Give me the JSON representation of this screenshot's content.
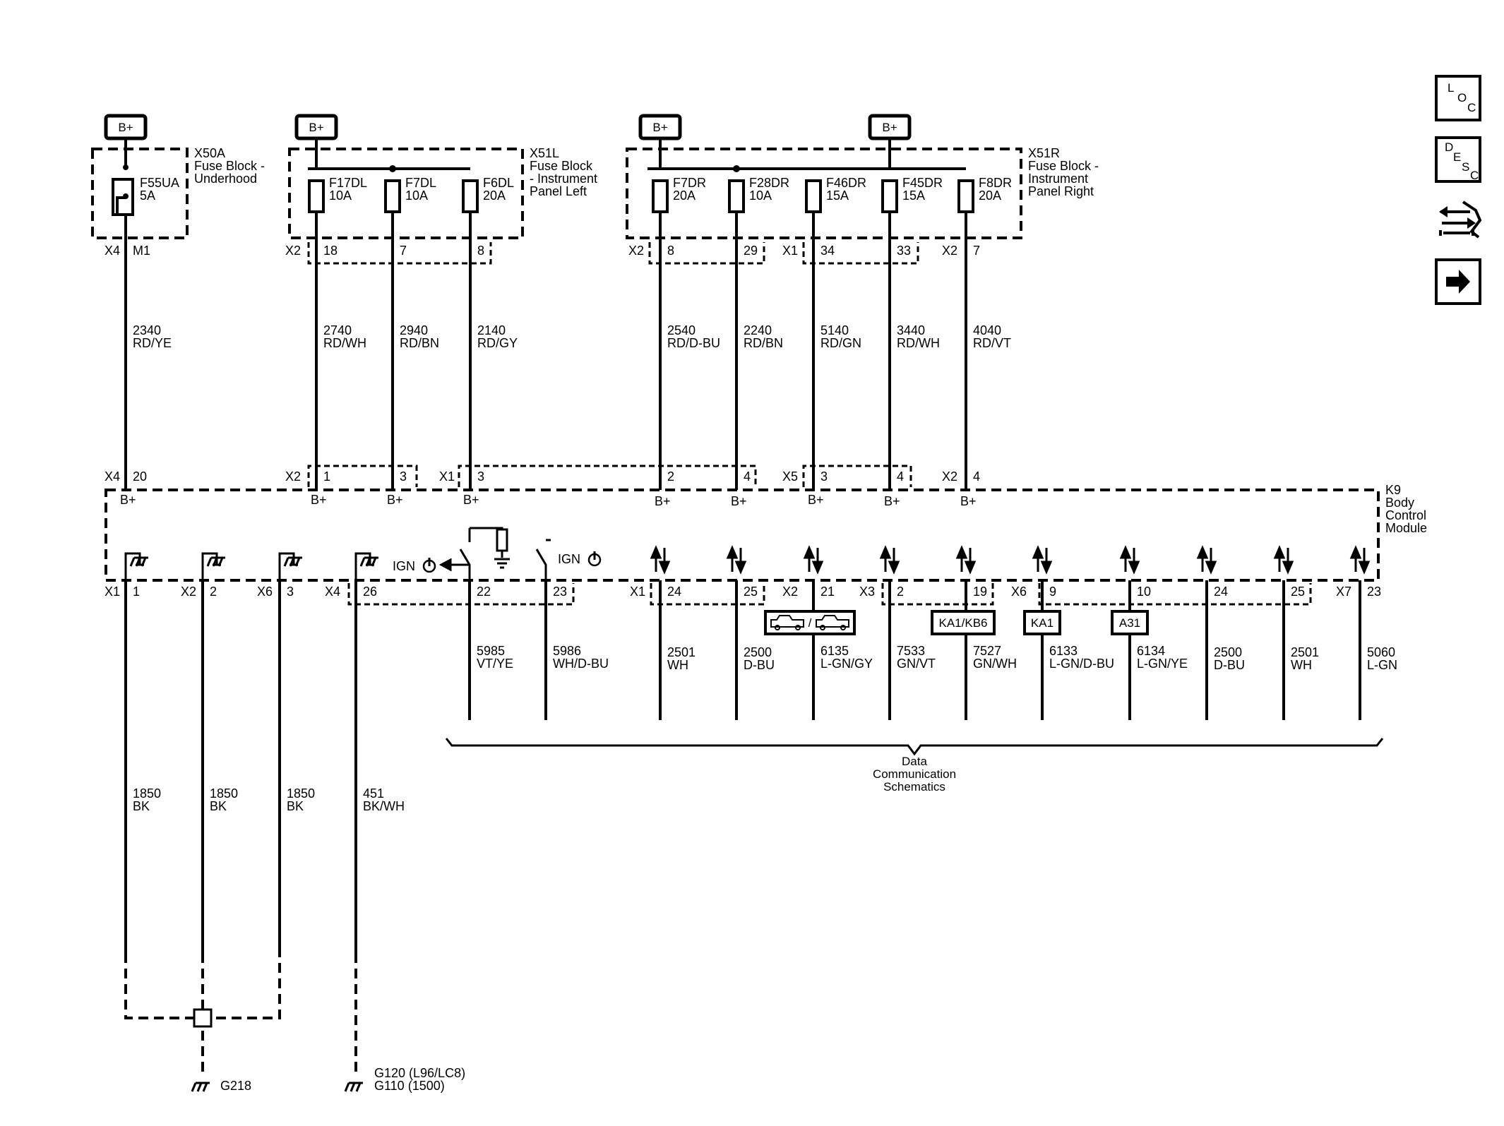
{
  "power": {
    "bplus": "B+"
  },
  "fuse_blocks": [
    {
      "id": "X50A",
      "name": "Fuse Block -",
      "name2": "Underhood",
      "name3": ""
    },
    {
      "id": "X51L",
      "name": "Fuse Block",
      "name2": "- Instrument",
      "name3": "Panel Left"
    },
    {
      "id": "X51R",
      "name": "Fuse Block -",
      "name2": "Instrument",
      "name3": "Panel Right"
    }
  ],
  "fuses": [
    {
      "name": "F55UA",
      "rating": "5A"
    },
    {
      "name": "F17DL",
      "rating": "10A"
    },
    {
      "name": "F7DL",
      "rating": "10A"
    },
    {
      "name": "F6DL",
      "rating": "20A"
    },
    {
      "name": "F7DR",
      "rating": "20A"
    },
    {
      "name": "F28DR",
      "rating": "10A"
    },
    {
      "name": "F46DR",
      "rating": "15A"
    },
    {
      "name": "F45DR",
      "rating": "15A"
    },
    {
      "name": "F8DR",
      "rating": "20A"
    }
  ],
  "upper_connectors": [
    {
      "conn": "X4",
      "pin": "M1"
    },
    {
      "conn": "X2",
      "pin": "18"
    },
    {
      "conn": "",
      "pin": "7"
    },
    {
      "conn": "",
      "pin": "8"
    },
    {
      "conn": "X2",
      "pin": "8"
    },
    {
      "conn": "",
      "pin": "29"
    },
    {
      "conn": "X1",
      "pin": "34"
    },
    {
      "conn": "",
      "pin": "33"
    },
    {
      "conn": "X2",
      "pin": "7"
    }
  ],
  "power_wires": [
    {
      "circuit": "2340",
      "color": "RD/YE"
    },
    {
      "circuit": "2740",
      "color": "RD/WH"
    },
    {
      "circuit": "2940",
      "color": "RD/BN"
    },
    {
      "circuit": "2140",
      "color": "RD/GY"
    },
    {
      "circuit": "2540",
      "color": "RD/D-BU"
    },
    {
      "circuit": "2240",
      "color": "RD/BN"
    },
    {
      "circuit": "5140",
      "color": "RD/GN"
    },
    {
      "circuit": "3440",
      "color": "RD/WH"
    },
    {
      "circuit": "4040",
      "color": "RD/VT"
    }
  ],
  "module_inputs": [
    {
      "conn": "X4",
      "pin": "20"
    },
    {
      "conn": "X2",
      "pin": "1"
    },
    {
      "conn": "",
      "pin": "3"
    },
    {
      "conn": "X1",
      "pin": "3"
    },
    {
      "conn": "",
      "pin": "2"
    },
    {
      "conn": "",
      "pin": "4"
    },
    {
      "conn": "X5",
      "pin": "3"
    },
    {
      "conn": "",
      "pin": "4"
    },
    {
      "conn": "X2",
      "pin": "4"
    }
  ],
  "module": {
    "id": "K9",
    "name1": "Body",
    "name2": "Control",
    "name3": "Module",
    "ign": "IGN"
  },
  "lower_connectors": [
    {
      "conn": "X1",
      "pin": "1"
    },
    {
      "conn": "X2",
      "pin": "2"
    },
    {
      "conn": "X6",
      "pin": "3"
    },
    {
      "conn": "X4",
      "pin": "26"
    },
    {
      "conn": "",
      "pin": "22"
    },
    {
      "conn": "",
      "pin": "23"
    },
    {
      "conn": "X1",
      "pin": "24"
    },
    {
      "conn": "",
      "pin": "25"
    },
    {
      "conn": "X2",
      "pin": "21"
    },
    {
      "conn": "X3",
      "pin": "2"
    },
    {
      "conn": "",
      "pin": "19"
    },
    {
      "conn": "X6",
      "pin": "9"
    },
    {
      "conn": "",
      "pin": "10"
    },
    {
      "conn": "",
      "pin": "24"
    },
    {
      "conn": "",
      "pin": "25"
    },
    {
      "conn": "X7",
      "pin": "23"
    }
  ],
  "ground_wires": [
    {
      "circuit": "1850",
      "color": "BK"
    },
    {
      "circuit": "1850",
      "color": "BK"
    },
    {
      "circuit": "1850",
      "color": "BK"
    },
    {
      "circuit": "451",
      "color": "BK/WH"
    }
  ],
  "data_wires": [
    {
      "circuit": "5985",
      "color": "VT/YE"
    },
    {
      "circuit": "5986",
      "color": "WH/D-BU"
    },
    {
      "circuit": "2501",
      "color": "WH"
    },
    {
      "circuit": "2500",
      "color": "D-BU"
    },
    {
      "circuit": "6135",
      "color": "L-GN/GY"
    },
    {
      "circuit": "7533",
      "color": "GN/VT"
    },
    {
      "circuit": "7527",
      "color": "GN/WH"
    },
    {
      "circuit": "6133",
      "color": "L-GN/D-BU"
    },
    {
      "circuit": "6134",
      "color": "L-GN/YE"
    },
    {
      "circuit": "2500",
      "color": "D-BU"
    },
    {
      "circuit": "2501",
      "color": "WH"
    },
    {
      "circuit": "5060",
      "color": "L-GN"
    }
  ],
  "option_boxes": {
    "ka1kb6": "KA1/KB6",
    "ka1": "KA1",
    "a31": "A31",
    "slash": "/"
  },
  "data_comm": {
    "line1": "Data",
    "line2": "Communication",
    "line3": "Schematics"
  },
  "grounds": {
    "g218": "G218",
    "g120": "G120  (L96/LC8)",
    "g110": "G110  (1500)"
  },
  "side_buttons": {
    "loc": [
      "L",
      "O",
      "C"
    ],
    "desc": [
      "D",
      "E",
      "S",
      "C"
    ]
  }
}
